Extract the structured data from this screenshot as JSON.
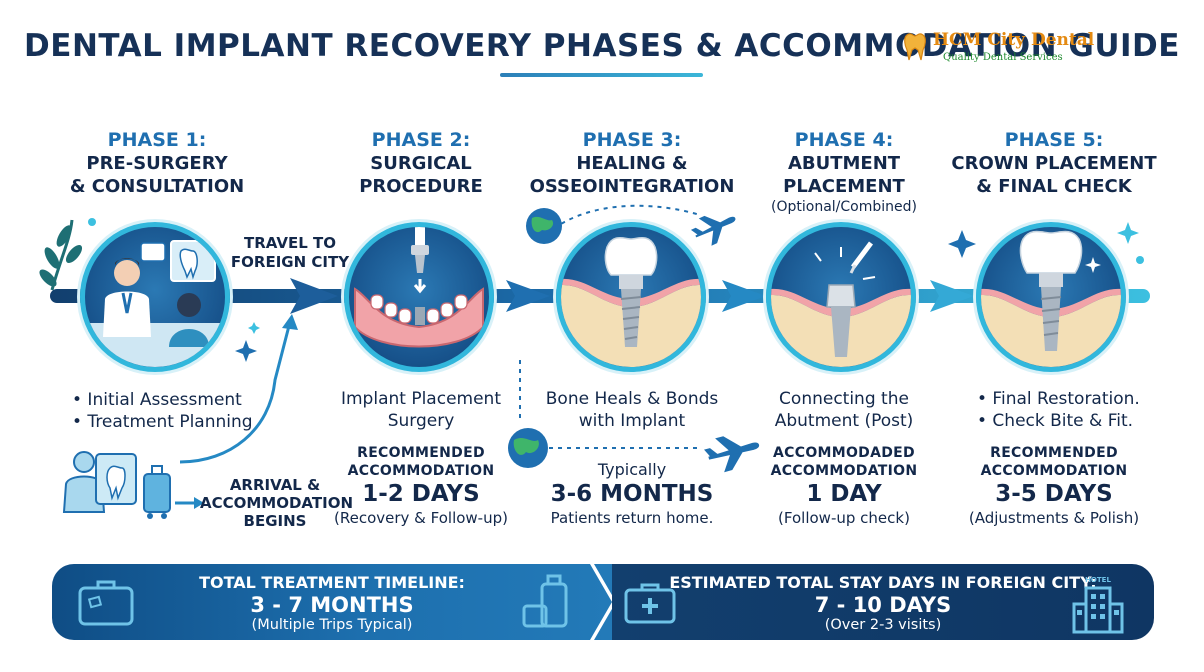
{
  "title": "DENTAL IMPLANT RECOVERY PHASES & ACCOMMODATION GUIDE",
  "brand": {
    "name": "HCM City Dental",
    "tagline": "Quality Dental Services"
  },
  "phases": [
    {
      "number": "PHASE 1:",
      "name_line1": "PRE-SURGERY",
      "name_line2": "& CONSULTATION",
      "bullet1": "• Initial Assessment",
      "bullet2": "• Treatment Planning"
    },
    {
      "number": "PHASE 2:",
      "name_line1": "SURGICAL",
      "name_line2": "PROCEDURE",
      "desc_line1": "Implant Placement",
      "desc_line2": "Surgery",
      "rec_line1": "RECOMMENDED",
      "rec_line2": "ACCOMMODATION",
      "duration": "1-2 DAYS",
      "duration_note": "(Recovery & Follow-up)"
    },
    {
      "number": "PHASE 3:",
      "name_line1": "HEALING &",
      "name_line2": "OSSEOINTEGRATION",
      "desc_line1": "Bone Heals & Bonds",
      "desc_line2": "with Implant",
      "rec_line1": "Typically",
      "duration": "3-6 MONTHS",
      "duration_note": "Patients return home."
    },
    {
      "number": "PHASE 4:",
      "name_line1": "ABUTMENT",
      "name_line2": "PLACEMENT",
      "note": "(Optional/Combined)",
      "desc_line1": "Connecting the",
      "desc_line2": "Abutment (Post)",
      "rec_line1": "ACCOMMODADED",
      "rec_line2": "ACCOMMODATION",
      "duration": "1 DAY",
      "duration_note": "(Follow-up check)"
    },
    {
      "number": "PHASE 5:",
      "name_line1": "CROWN PLACEMENT",
      "name_line2": "& FINAL CHECK",
      "desc_line1": "• Final Restoration.",
      "desc_line2": "• Check Bite & Fit.",
      "rec_line1": "RECOMMENDED",
      "rec_line2": "ACCOMMODATION",
      "duration": "3-5 DAYS",
      "duration_note": "(Adjustments & Polish)"
    }
  ],
  "travel_label_line1": "TRAVEL TO",
  "travel_label_line2": "FOREIGN CITY",
  "arrival_line1": "ARRIVAL &",
  "arrival_line2": "ACCOMMODATION",
  "arrival_line3": "BEGINS",
  "summary": {
    "timeline_label": "TOTAL TREATMENT TIMELINE:",
    "timeline_value": "3 - 7 MONTHS",
    "timeline_note": "(Multiple Trips Typical)",
    "stay_label": "ESTIMATED TOTAL STAY DAYS IN FOREIGN CITY:",
    "stay_value": "7 - 10 DAYS",
    "stay_note": "(Over 2-3 visits)",
    "hotel_sign": "HOTEL"
  },
  "colors": {
    "navy": "#163157",
    "blue": "#1f6fb0",
    "cyan": "#31b7dc",
    "gum": "#f1a3a8",
    "bone": "#f3dfb6"
  }
}
